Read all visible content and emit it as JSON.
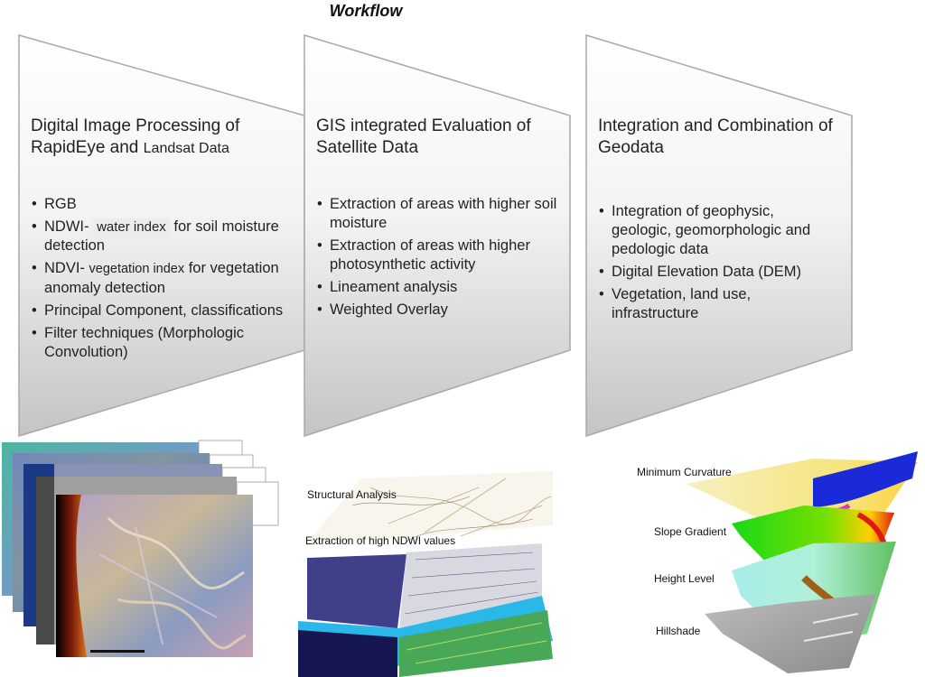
{
  "title": "Workflow",
  "steps": [
    {
      "heading_line1": "Digital Image Processing of",
      "heading_line2_a": "RapidEye and ",
      "heading_line2_b": "Landsat Data",
      "items": {
        "rgb": "RGB",
        "ndwi_a": "NDWI-",
        "ndwi_tag": "water index",
        "ndwi_b": " for soil moisture detection",
        "ndvi_a": "NDVI-",
        "ndvi_tag": "vegetation index",
        "ndvi_b": " for vegetation anomaly detection",
        "pca": "Principal Component, classifications",
        "filter": "Filter techniques  (Morphologic Convolution)"
      }
    },
    {
      "heading": "GIS integrated  Evaluation of Satellite Data",
      "items": [
        "Extraction of areas with higher soil moisture",
        "Extraction of areas with higher photosynthetic activity",
        "Lineament analysis",
        "Weighted Overlay"
      ]
    },
    {
      "heading": "Integration and Combination of Geodata",
      "items": [
        "Integration of geophysic, geologic,  geomorphologic and pedologic data",
        "Digital Elevation Data (DEM)",
        "Vegetation, land use, infrastructure"
      ]
    }
  ],
  "figure2_labels": {
    "structural": "Structural Analysis",
    "ndwi": "Extraction of high NDWI values"
  },
  "figure3_labels": {
    "curvature": "Minimum Curvature",
    "slope": "Slope Gradient",
    "height": "Height Level",
    "hillshade": "Hillshade"
  },
  "colors": {
    "panel_top": "#ffffff",
    "panel_bottom": "#c9c9c9",
    "panel_border": "#a8a8a8"
  }
}
